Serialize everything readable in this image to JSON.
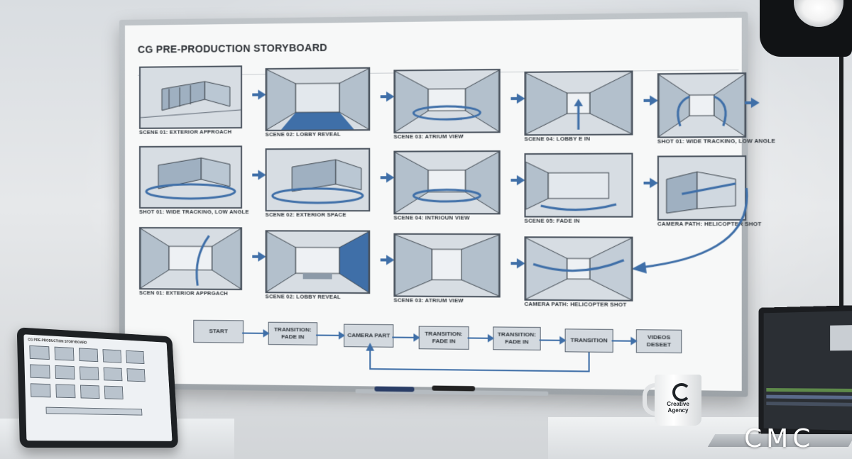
{
  "board": {
    "title": "CG PRE-PRODUCTION STORYBOARD",
    "rows": [
      [
        "SCENE 01: EXTERIOR APPROACH",
        "SCENE 02: LOBBY REVEAL",
        "SCENE 03: ATRIUM VIEW",
        "SCENE 04: LOBBY E IN",
        "SHOT 01: WIDE TRACKING, LOW ANGLE"
      ],
      [
        "SHOT 01: WIDE TRACKING, LOW ANGLE",
        "SCENE 02: EXTERIOR SPACE",
        "SCENE 04: INTRIOUN VIEW",
        "SCENE 05: FADE IN",
        "CAMERA PATH: HELICOPTER SHOT"
      ],
      [
        "SCEN 01: EXTERIOR APPRGACH",
        "SCENE 02: LOBBY REVEAL",
        "SCENE 03: ATRIUM VIEW",
        "CAMERA PATH: HELICOPTER SHOT"
      ]
    ],
    "flow": [
      "START",
      "TRANSITION: FADE IN",
      "CAMERA PART",
      "TRANSITION: FADE IN",
      "TRANSITION: FADE IN",
      "TRANSITION",
      "VIDEOS DESEET"
    ]
  },
  "tablet": {
    "title": "CG PRE-PRODUCTION STORYBOARD"
  },
  "mug": {
    "text_line1": "Creative",
    "text_line2": "Agency"
  },
  "watermark": "CMC",
  "colors": {
    "accent_blue": "#3f6fa8",
    "panel_fill": "#d7dde3",
    "panel_border": "#4c5560"
  }
}
